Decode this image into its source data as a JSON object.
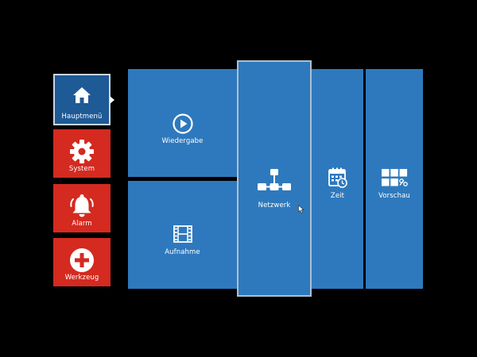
{
  "sidebar": {
    "items": [
      {
        "label": "Hauptmenü",
        "icon": "home-icon",
        "color": "#1e5a96",
        "selected": true
      },
      {
        "label": "System",
        "icon": "gear-icon",
        "color": "#d42a20"
      },
      {
        "label": "Alarm",
        "icon": "bell-icon",
        "color": "#d42a20"
      },
      {
        "label": "Werkzeug",
        "icon": "plus-circle-icon",
        "color": "#d42a20"
      }
    ]
  },
  "tiles": {
    "items": [
      {
        "label": "Wiedergabe",
        "icon": "play-circle-icon"
      },
      {
        "label": "Aufnahme",
        "icon": "film-icon"
      },
      {
        "label": "Netzwerk",
        "icon": "network-icon",
        "selected": true
      },
      {
        "label": "Zeit",
        "icon": "calendar-clock-icon"
      },
      {
        "label": "Vorschau",
        "icon": "grid-preview-icon"
      }
    ],
    "color": "#2e79bd"
  }
}
